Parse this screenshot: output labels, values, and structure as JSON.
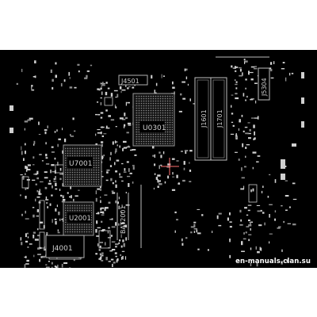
{
  "board": {
    "background": "#000000",
    "silk_color": "#d8d8d8",
    "watermark": "en-manuals.clan.su"
  },
  "labels": {
    "j4501": "J4501",
    "u0301": "U0301",
    "u7001": "U7001",
    "u2001": "U2001",
    "j4001": "J4001",
    "bat2001": "BAT2001",
    "j1601": "J1601",
    "j1701": "J1701",
    "j5304": "J5304"
  }
}
